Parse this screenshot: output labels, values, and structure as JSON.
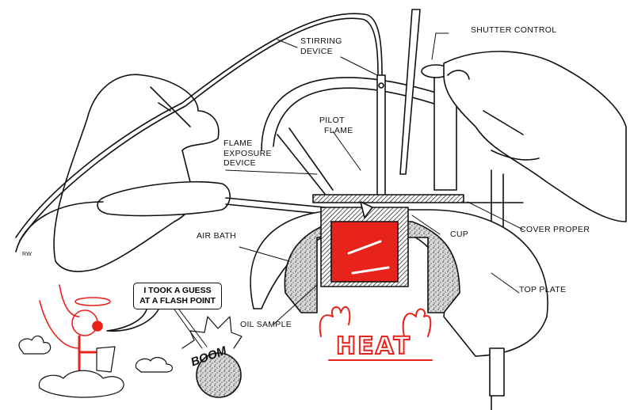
{
  "labels": {
    "stirring_device": [
      "STIRRING",
      "DEVICE"
    ],
    "shutter_control": "SHUTTER CONTROL",
    "pilot_flame": [
      "PILOT",
      "FLAME"
    ],
    "flame_exposure_device": [
      "FLAME",
      "EXPOSURE",
      "DEVICE"
    ],
    "cover_proper": "COVER PROPER",
    "cup": "CUP",
    "air_bath": "AIR BATH",
    "top_plate": "TOP PLATE",
    "oil_sample": "OIL SAMPLE"
  },
  "heat_text": "HEAT",
  "speech_bubble": [
    "I TOOK A GUESS",
    "AT A FLASH POINT"
  ],
  "explosion_text": "BOOM",
  "signature": "RW",
  "colors": {
    "accent_red": "#e8231b",
    "ink": "#111111"
  }
}
